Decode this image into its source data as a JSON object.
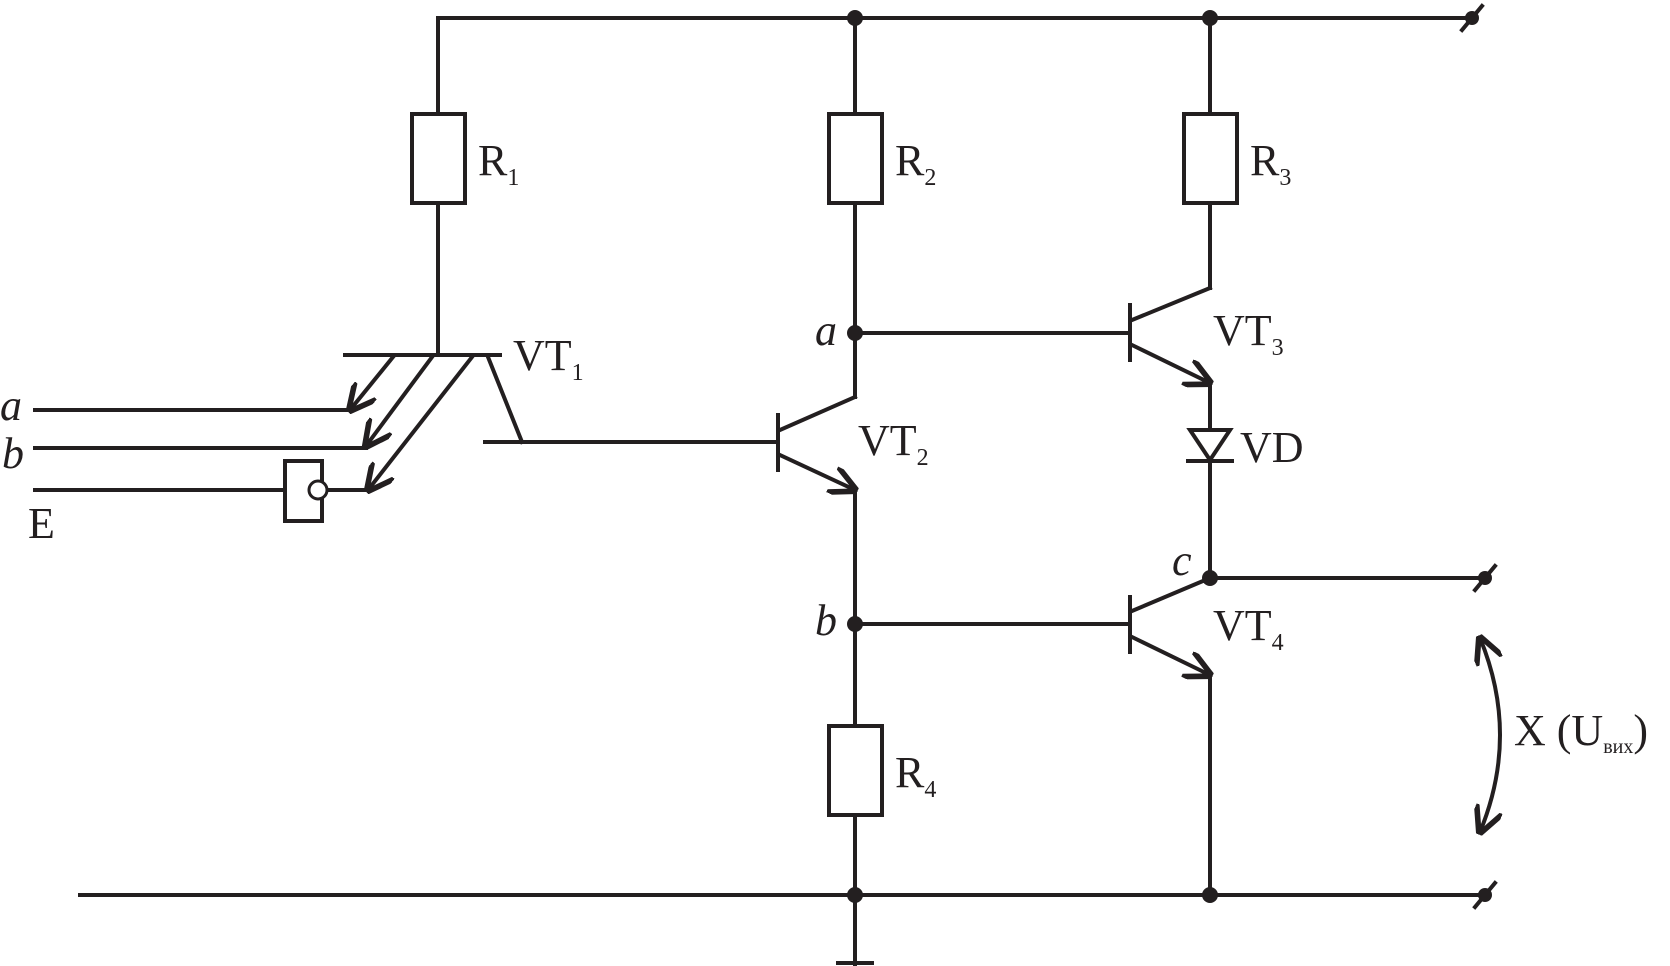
{
  "components": {
    "r1": {
      "name": "R",
      "sub": "1"
    },
    "r2": {
      "name": "R",
      "sub": "2"
    },
    "r3": {
      "name": "R",
      "sub": "3"
    },
    "r4": {
      "name": "R",
      "sub": "4"
    },
    "vt1": {
      "name": "VT",
      "sub": "1"
    },
    "vt2": {
      "name": "VT",
      "sub": "2"
    },
    "vt3": {
      "name": "VT",
      "sub": "3"
    },
    "vt4": {
      "name": "VT",
      "sub": "4"
    },
    "vd": {
      "name": "VD"
    }
  },
  "nodes": {
    "a": "a",
    "b": "b",
    "c": "c"
  },
  "inputs": {
    "a": "a",
    "b": "b",
    "e": "E"
  },
  "output": {
    "prefix": "X (U",
    "sub": "вих",
    "suffix": ")"
  }
}
